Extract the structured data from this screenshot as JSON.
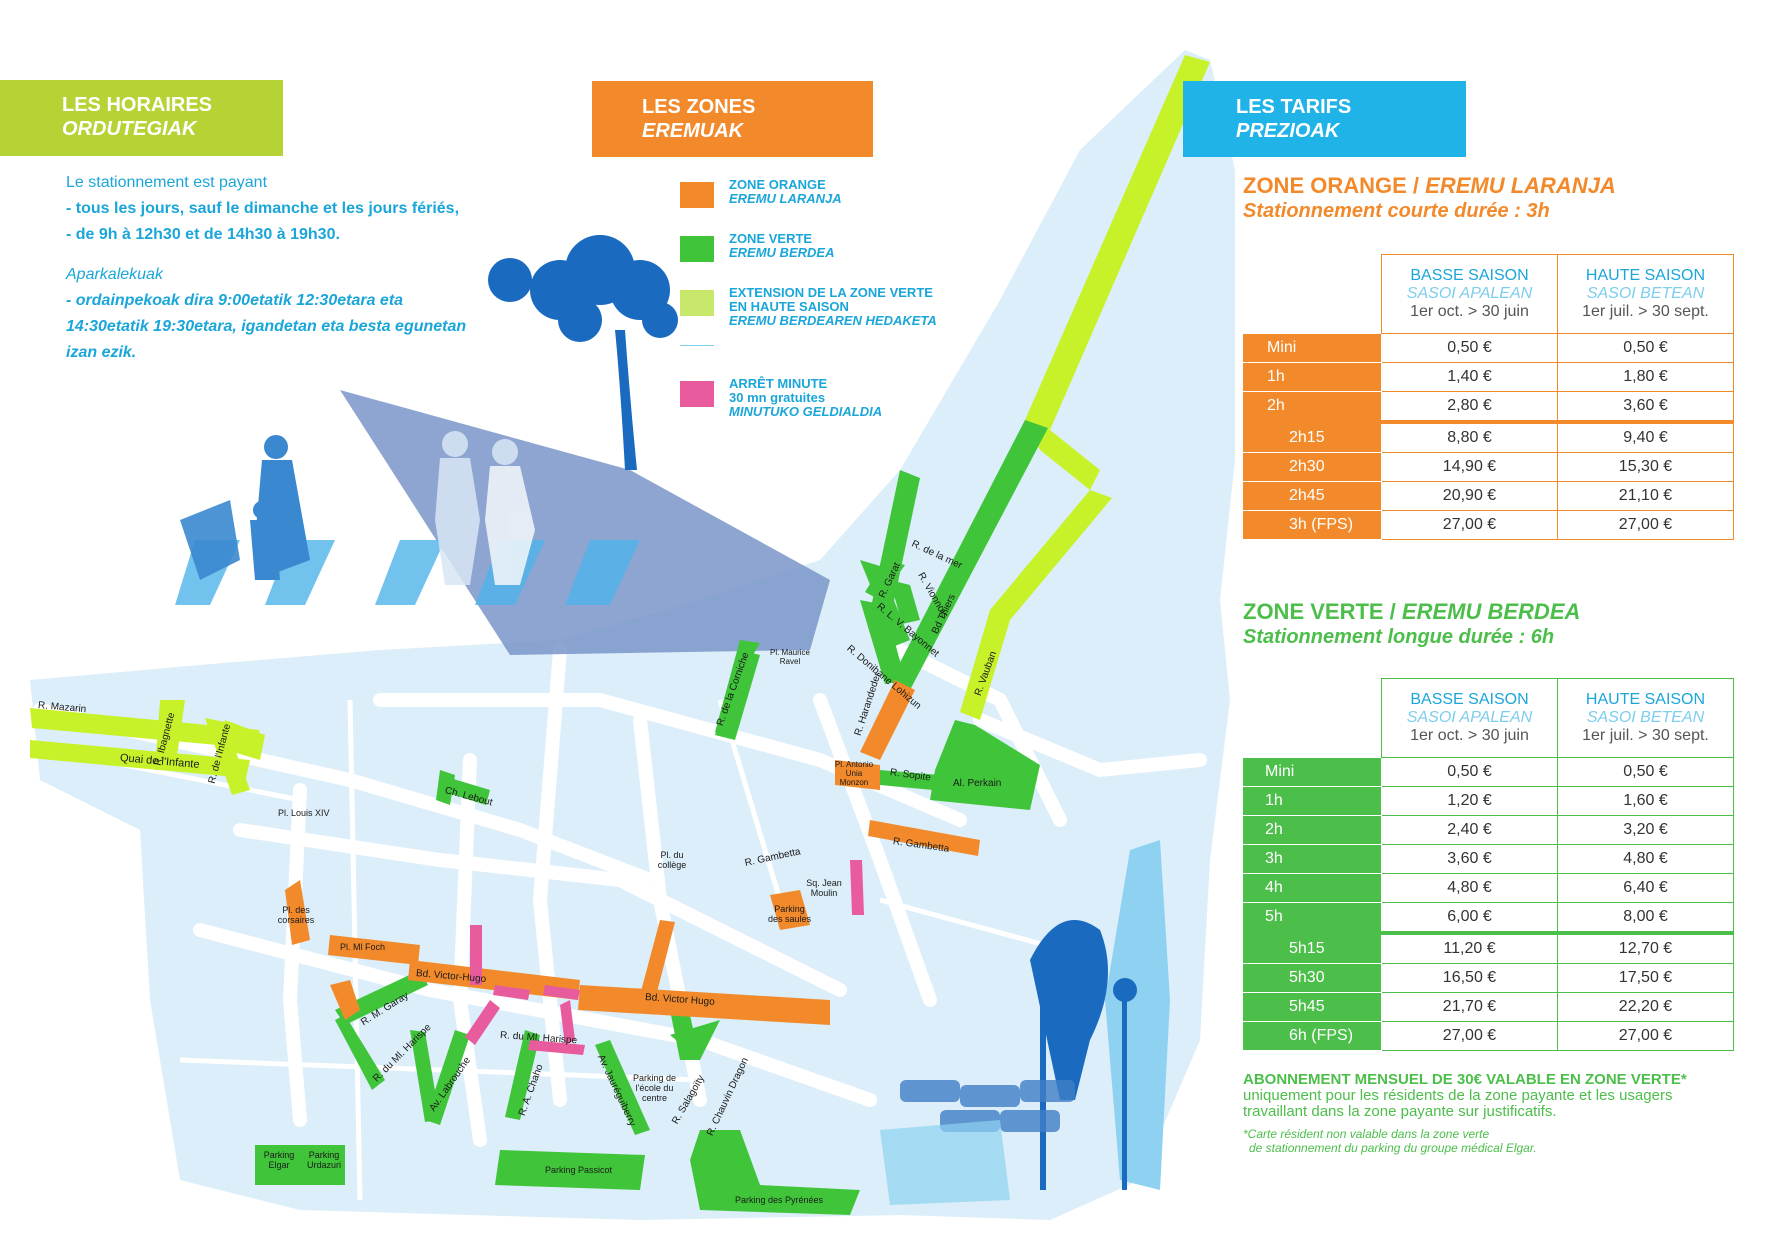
{
  "colors": {
    "orange": "#f28a2b",
    "green": "#4cbe4a",
    "lime": "#b5d334",
    "cyan": "#1fb3e8",
    "pink": "#e85c9e",
    "map_bg": "#dbeef9"
  },
  "horaires": {
    "title": "LES HORAIRES",
    "subtitle": "ORDUTEGIAK",
    "fr_line1": "Le stationnement est payant",
    "fr_line2": "- tous les jours, sauf le dimanche et les jours fériés,",
    "fr_line3": "- de 9h à 12h30 et de 14h30 à 19h30.",
    "eu_line1": "Aparkalekuak",
    "eu_line2": "- ordainpekoak dira 9:00etatik 12:30etara eta",
    "eu_line3": "14:30etatik 19:30etara, igandetan eta  besta egunetan",
    "eu_line4": "izan ezik."
  },
  "zones": {
    "title": "LES ZONES",
    "subtitle": "EREMUAK",
    "legend": [
      {
        "swatch": "orange",
        "line1": "ZONE ORANGE",
        "line2": "EREMU LARANJA",
        "line3": ""
      },
      {
        "swatch": "green",
        "line1": "ZONE VERTE",
        "line2": "EREMU BERDEA",
        "line3": ""
      },
      {
        "swatch": "lime",
        "line1": "EXTENSION DE LA ZONE VERTE",
        "line2": "EN HAUTE SAISON",
        "line3": "EREMU BERDEAREN HEDAKETA"
      },
      {
        "swatch": "pink",
        "line1": "ARRÊT MINUTE",
        "line2": "30 mn gratuites",
        "line3": "MINUTUKO GELDIALDIA"
      }
    ]
  },
  "tarifs": {
    "title": "LES TARIFS",
    "subtitle": "PREZIOAK",
    "orange": {
      "title_fr": "ZONE ORANGE /",
      "title_eu": "EREMU LARANJA",
      "duration": "Stationnement courte durée : 3h",
      "col1": {
        "fr": "BASSE SAISON",
        "eu": "SASOI APALEAN",
        "dates": "1er oct. > 30 juin"
      },
      "col2": {
        "fr": "HAUTE SAISON",
        "eu": "SASOI BETEAN",
        "dates": "1er juil.  > 30 sept."
      },
      "rows": [
        {
          "label": "Mini",
          "basse": "0,50  €",
          "haute": "0,50  €"
        },
        {
          "label": "1h",
          "basse": "1,40  €",
          "haute": "1,80  €"
        },
        {
          "label": "2h",
          "basse": "2,80  €",
          "haute": "3,60  €"
        },
        {
          "label": "2h15",
          "basse": "8,80  €",
          "haute": "9,40  €"
        },
        {
          "label": "2h30",
          "basse": "14,90 €",
          "haute": "15,30 €"
        },
        {
          "label": "2h45",
          "basse": "20,90 €",
          "haute": "21,10 €"
        },
        {
          "label": "3h (FPS)",
          "basse": "27,00 €",
          "haute": "27,00 €"
        }
      ]
    },
    "verte": {
      "title_fr": "ZONE VERTE /",
      "title_eu": "EREMU BERDEA",
      "duration": "Stationnement longue durée : 6h",
      "col1": {
        "fr": "BASSE SAISON",
        "eu": "SASOI APALEAN",
        "dates": "1er oct. > 30 juin"
      },
      "col2": {
        "fr": "HAUTE SAISON",
        "eu": "SASOI BETEAN",
        "dates": "1er juil.  > 30 sept."
      },
      "rows": [
        {
          "label": "Mini",
          "basse": "0,50  €",
          "haute": "0,50  €"
        },
        {
          "label": "1h",
          "basse": "1,20  €",
          "haute": "1,60  €"
        },
        {
          "label": "2h",
          "basse": "2,40  €",
          "haute": "3,20  €"
        },
        {
          "label": "3h",
          "basse": "3,60  €",
          "haute": "4,80  €"
        },
        {
          "label": "4h",
          "basse": "4,80  €",
          "haute": "6,40  €"
        },
        {
          "label": "5h",
          "basse": "6,00  €",
          "haute": "8,00  €"
        },
        {
          "label": "5h15",
          "basse": "11,20 €",
          "haute": "12,70 €"
        },
        {
          "label": "5h30",
          "basse": "16,50 €",
          "haute": "17,50 €"
        },
        {
          "label": "5h45",
          "basse": "21,70 €",
          "haute": "22,20 €"
        },
        {
          "label": "6h (FPS)",
          "basse": "27,00 €",
          "haute": "27,00 €"
        }
      ]
    },
    "abonnement_line1": "ABONNEMENT MENSUEL DE 30€ VALABLE EN ZONE VERTE*",
    "abonnement_line2": "uniquement pour les résidents de la zone payante et les usagers",
    "abonnement_line3": "travaillant dans la zone payante sur justificatifs.",
    "footnote_line1": "*Carte résident non valable dans la zone verte",
    "footnote_line2": "de stationnement du parking du groupe médical Elgar."
  },
  "streets": {
    "mazarin": "R. Mazarin",
    "ibagnette": "R. Ibagnette",
    "infante_quai": "Quai de l'Infante",
    "infante_rue": "R. de l'Infante",
    "louis14": "Pl. Louis XIV",
    "lebout": "Ch. Lebout",
    "r_small": "R.",
    "college": "Pl. du collège",
    "gambetta1": "R. Gambetta",
    "gambetta2": "R. Gambetta",
    "jean_moulin": "Sq. Jean Moulin",
    "saules": "Parking des saules",
    "corsaires": "Pl. des corsaires",
    "foch": "Pl. Ml Foch",
    "vhugo1": "Bd. Victor-Hugo",
    "vhugo2": "Bd. Victor Hugo",
    "garay": "R. M. Garay",
    "harispe1": "R. du Ml. Harispe",
    "harispe2": "R. du Ml. Harispe",
    "labrouche": "Av. Labrouche",
    "chaho": "R. A. Chaho",
    "jaureguiberry": "Av. Jauréguiberry",
    "ecole": "Parking de l'école du centre",
    "salagoity": "R. Salagoïty",
    "chauvin": "R. Chauvin Dragon",
    "elgar": "Parking Elgar",
    "urdazuri": "Parking Urdazuri",
    "passicot": "Parking Passicot",
    "pyrenees": "Parking des Pyrénées",
    "ravel": "Pl. Maurice Ravel",
    "corniche": "R. de la Corniche",
    "harandeder": "R. Harandeder",
    "antonio": "Pl. Antonio Unia Monzon",
    "sopite": "R. Sopite",
    "perkain": "Al. Perkain",
    "vauban": "R. Vauban",
    "thiers": "Bd Thiers",
    "mer": "R. de la mer",
    "garat": "R. Garat",
    "mazarin_num": "",
    "vionnois": "R. Vionnois",
    "bayonnet": "R. L. V. Bayonnet",
    "donibane": "R. Donibane Lohizun"
  }
}
